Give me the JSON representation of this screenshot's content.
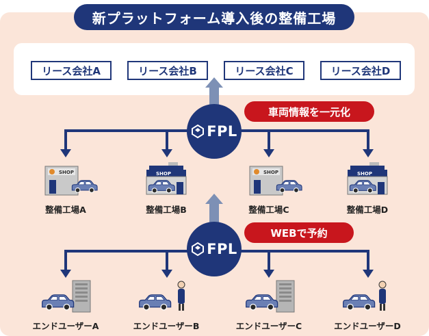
{
  "title": "新プラットフォーム導入後の整備工場",
  "lease_companies": [
    "リース会社A",
    "リース会社B",
    "リース会社C",
    "リース会社D"
  ],
  "hub_logo": "FPL",
  "badges": {
    "top": "車両情報を一元化",
    "bottom": "WEBで予約"
  },
  "shops": [
    {
      "label": "整備工場A",
      "sign": "SHOP",
      "icon": "shop-gear-icon"
    },
    {
      "label": "整備工場B",
      "sign": "SHOP",
      "icon": "shop-awning-icon"
    },
    {
      "label": "整備工場C",
      "sign": "SHOP",
      "icon": "shop-gear-icon"
    },
    {
      "label": "整備工場D",
      "sign": "SHOP",
      "icon": "shop-awning-icon"
    }
  ],
  "end_users": [
    {
      "label": "エンドユーザーA",
      "icon": "building-car-icon"
    },
    {
      "label": "エンドユーザーB",
      "icon": "person-car-icon"
    },
    {
      "label": "エンドユーザーC",
      "icon": "building-car-icon"
    },
    {
      "label": "エンドユーザーD",
      "icon": "person-car-icon"
    }
  ],
  "colors": {
    "navy": "#1f3679",
    "red": "#c8161d",
    "panel": "#fbe5d9",
    "arrow_up": "#7d90b5",
    "car": "#6a7fb4"
  }
}
